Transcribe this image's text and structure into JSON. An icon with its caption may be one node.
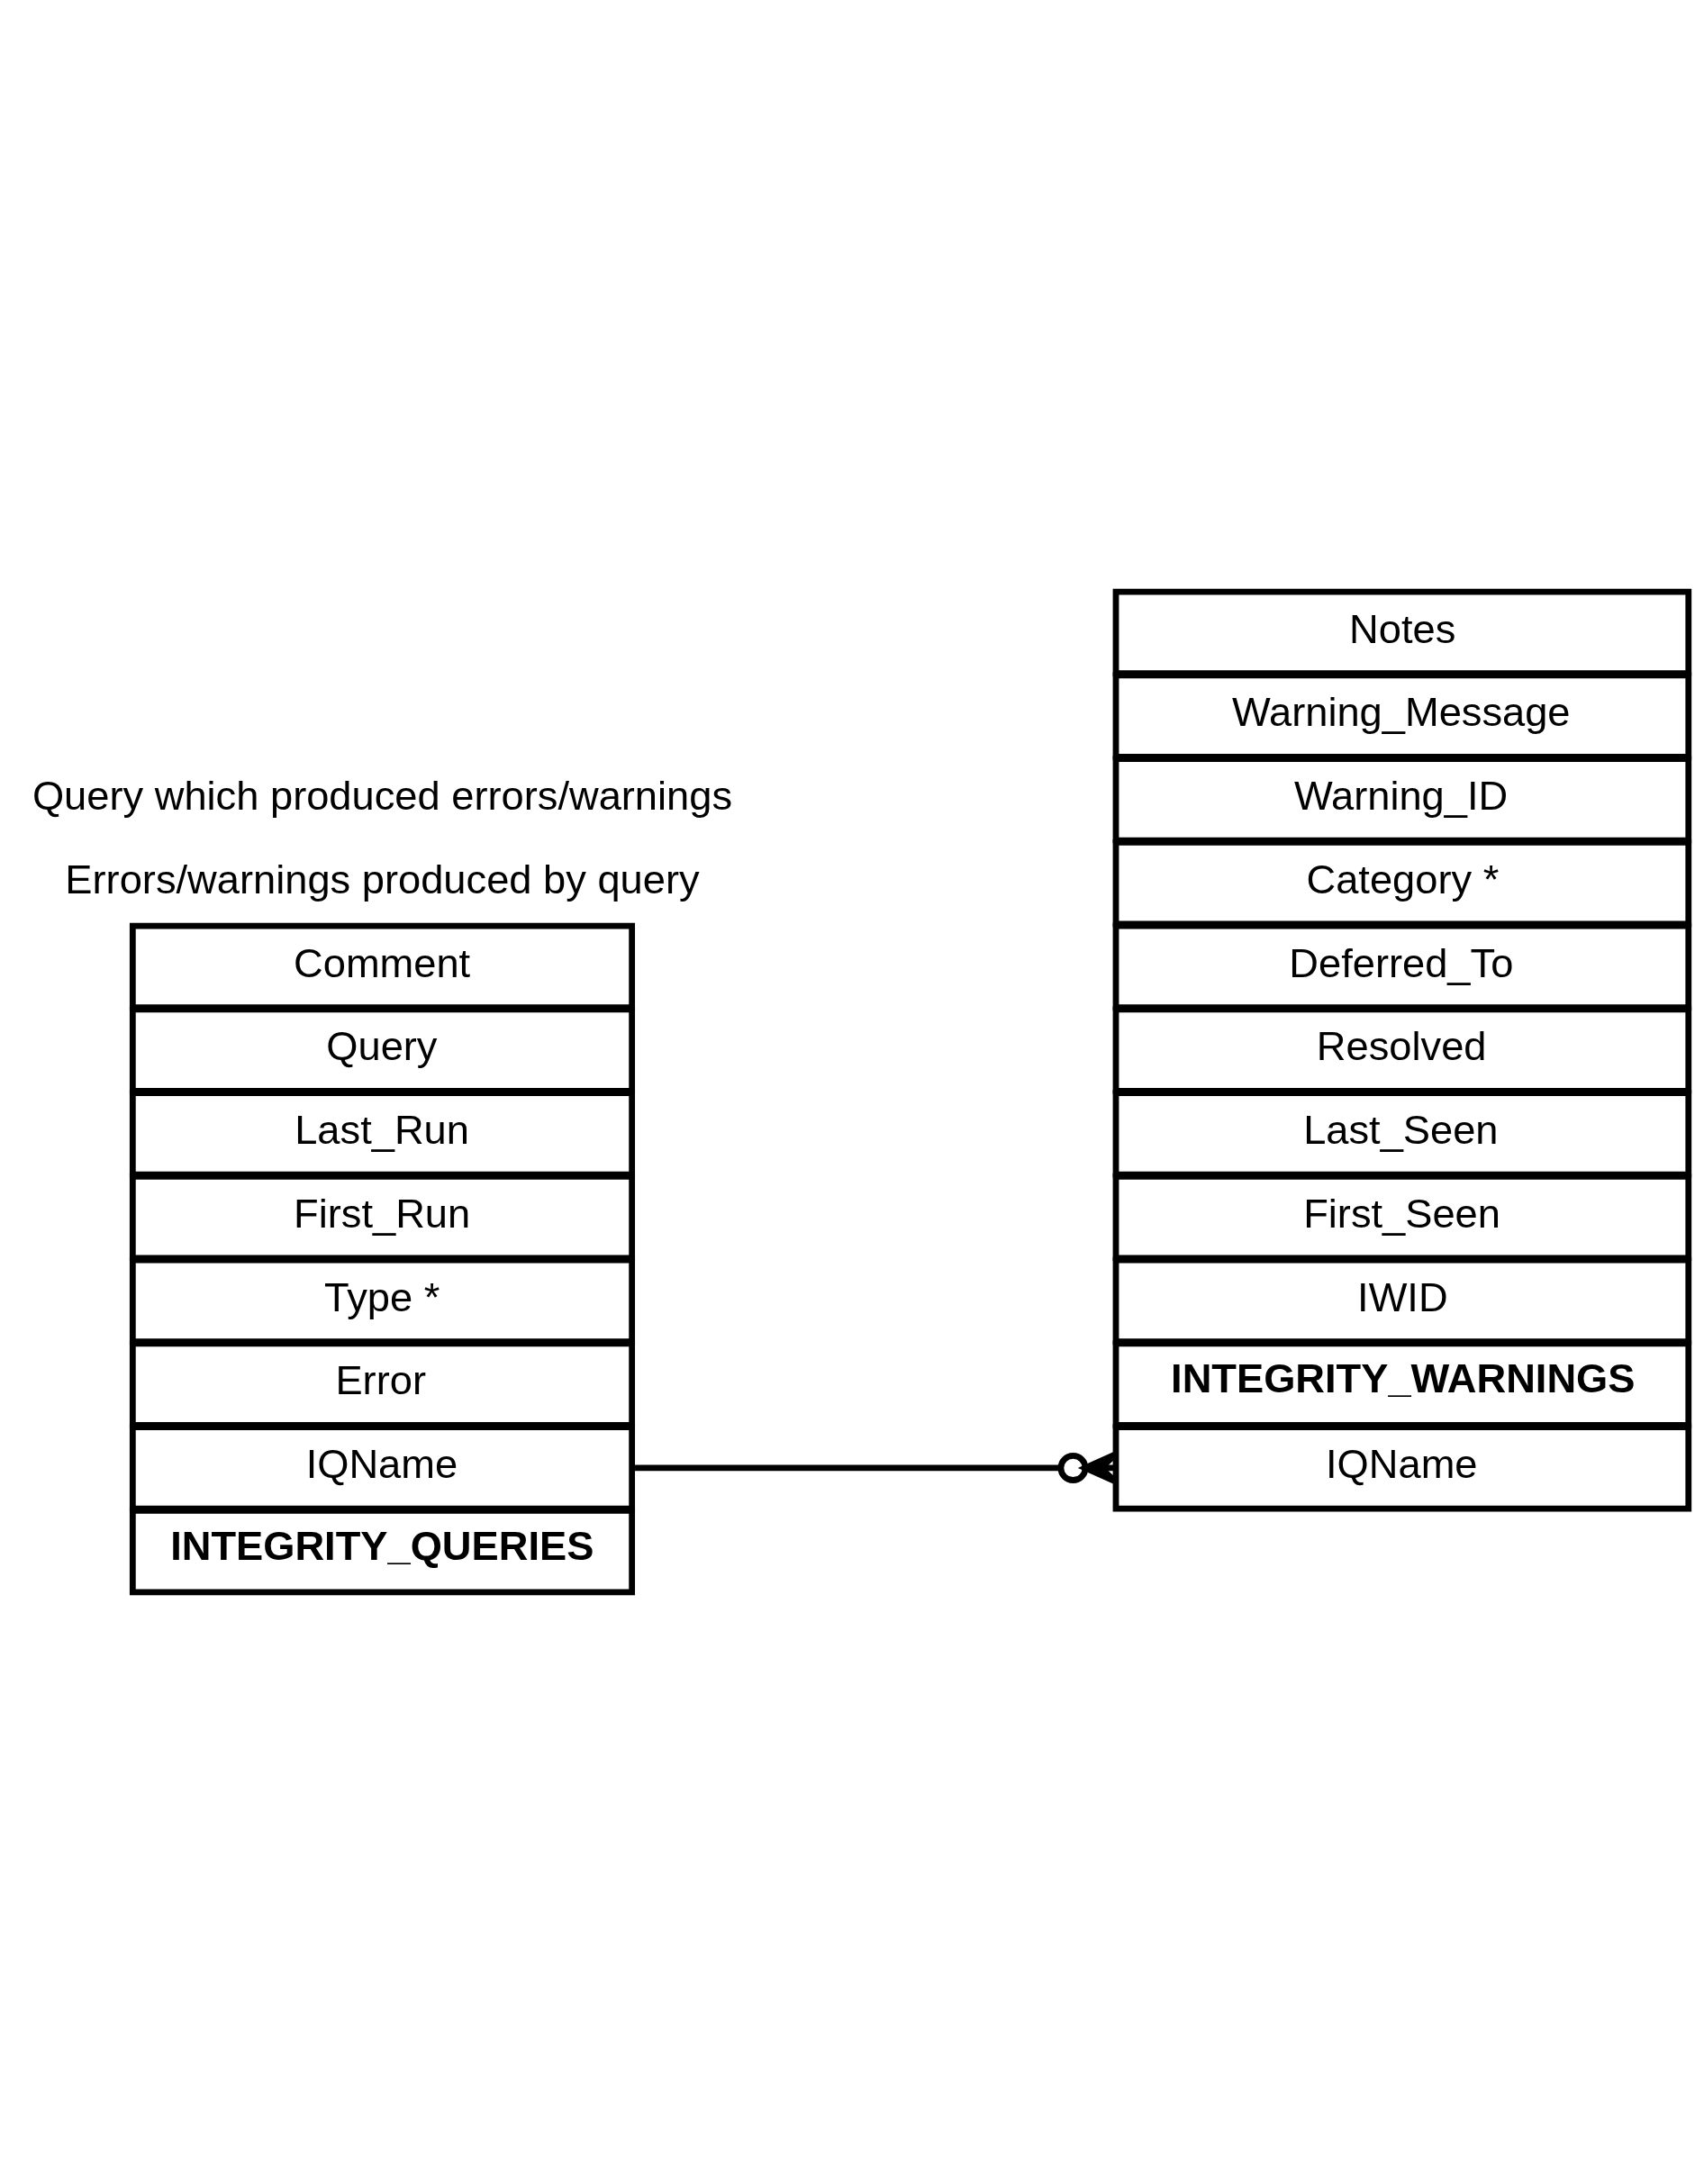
{
  "diagram": {
    "nodes": [
      {
        "text": [
          "INTEGRITY_QUERIES"
        ]
      },
      {
        "text": [
          "IQName"
        ]
      },
      {
        "text": [
          "Error"
        ]
      },
      {
        "text": [
          "Type *"
        ]
      },
      {
        "text": [
          "First_Run"
        ]
      },
      {
        "text": [
          "Last_Run"
        ]
      },
      {
        "text": [
          "Query"
        ]
      },
      {
        "text": [
          "Comment"
        ]
      },
      {
        "text": [
          "INTEGRITY_WARNINGS"
        ]
      },
      {
        "text": [
          "IWID"
        ]
      },
      {
        "text": [
          "IQName"
        ]
      },
      {
        "text": [
          "First_Seen"
        ]
      },
      {
        "text": [
          "Last_Seen"
        ]
      },
      {
        "text": [
          "Resolved"
        ]
      },
      {
        "text": [
          "Deferred_To"
        ]
      },
      {
        "text": [
          "Category *"
        ]
      },
      {
        "text": [
          "Warning_ID"
        ]
      },
      {
        "text": [
          "Warning_Message"
        ]
      },
      {
        "text": [
          "Notes"
        ]
      }
    ],
    "edges": [
      {
        "from": 1,
        "to": 10,
        "arrow": "other"
      }
    ],
    "labels": [
      "Errors/warnings produced by query",
      "Query which produced errors/warnings"
    ]
  }
}
